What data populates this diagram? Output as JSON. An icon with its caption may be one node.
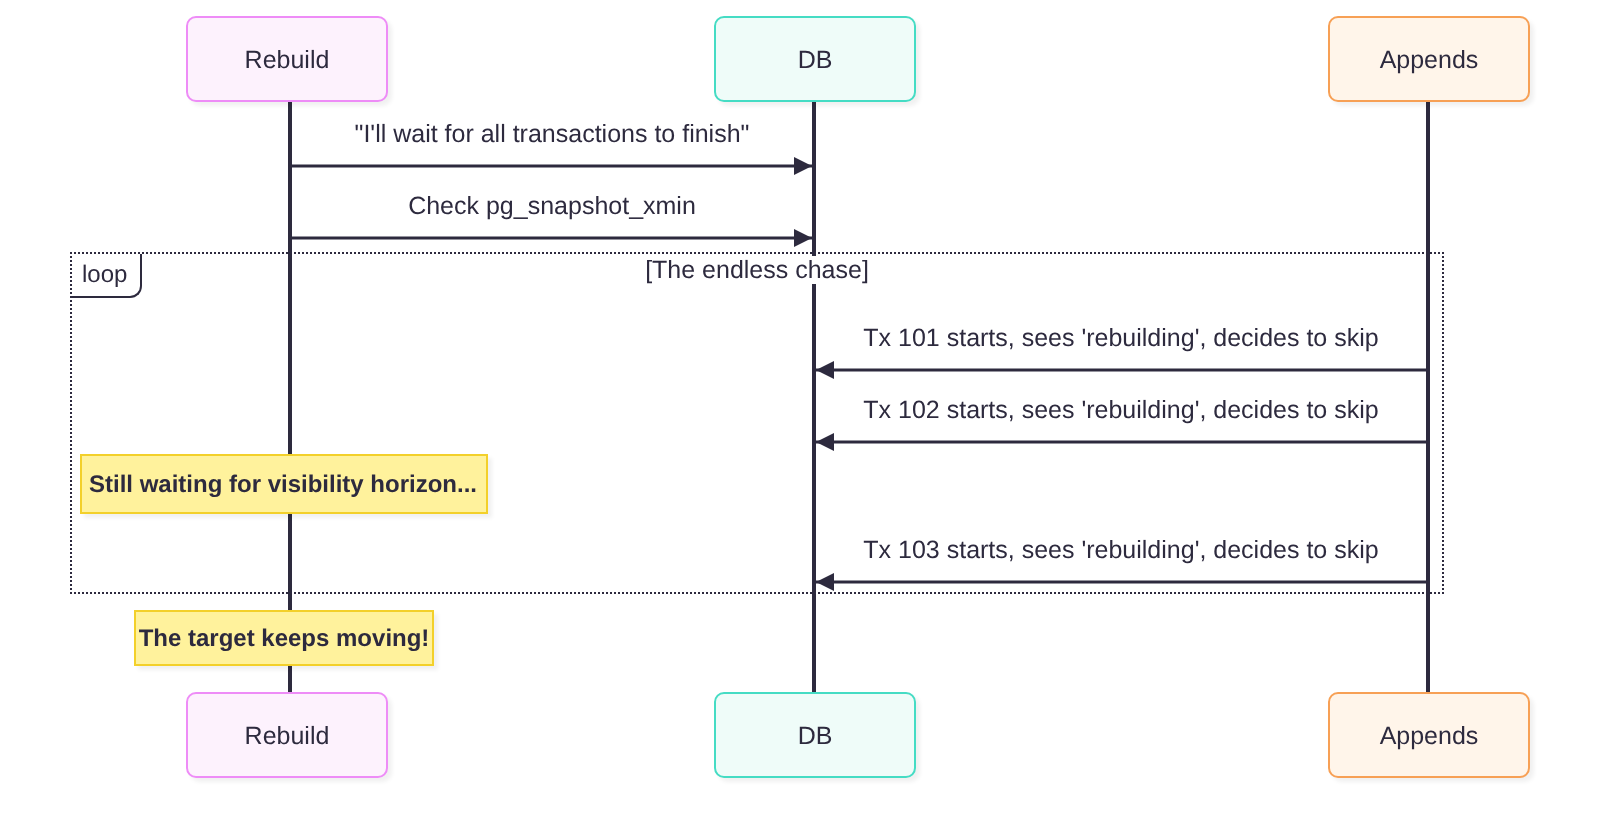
{
  "diagram": {
    "nodes": [
      {
        "text": [
          "Rebuild"
        ]
      },
      {
        "text": [
          "DB"
        ]
      },
      {
        "text": [
          "Appends"
        ]
      },
      {
        "text": [],
        "shape": "bar"
      },
      {
        "text": [],
        "shape": "bar"
      },
      {
        "text": [],
        "shape": "bar"
      },
      {
        "text": [
          "loop",
          "[The endless chase]"
        ]
      },
      {
        "text": [
          "Still waiting for visibility horizon..."
        ],
        "in": 6
      },
      {
        "text": [
          "The target keeps moving!"
        ]
      },
      {
        "text": [
          "Rebuild"
        ]
      },
      {
        "text": [
          "DB"
        ]
      },
      {
        "text": [
          "Appends"
        ]
      }
    ],
    "edges": [
      {
        "from": 3,
        "to": 4,
        "arrow": "to",
        "label": "\"I'll wait for all transactions to finish\""
      },
      {
        "from": 3,
        "to": 4,
        "arrow": "to",
        "label": "Check pg_snapshot_xmin"
      },
      {
        "from": 5,
        "to": 4,
        "arrow": "to",
        "label": "Tx 101 starts, sees 'rebuilding', decides to skip"
      },
      {
        "from": 5,
        "to": 4,
        "arrow": "to",
        "label": "Tx 102 starts, sees 'rebuilding', decides to skip"
      },
      {
        "from": 5,
        "to": 4,
        "arrow": "to",
        "label": "Tx 103 starts, sees 'rebuilding', decides to skip"
      }
    ]
  }
}
